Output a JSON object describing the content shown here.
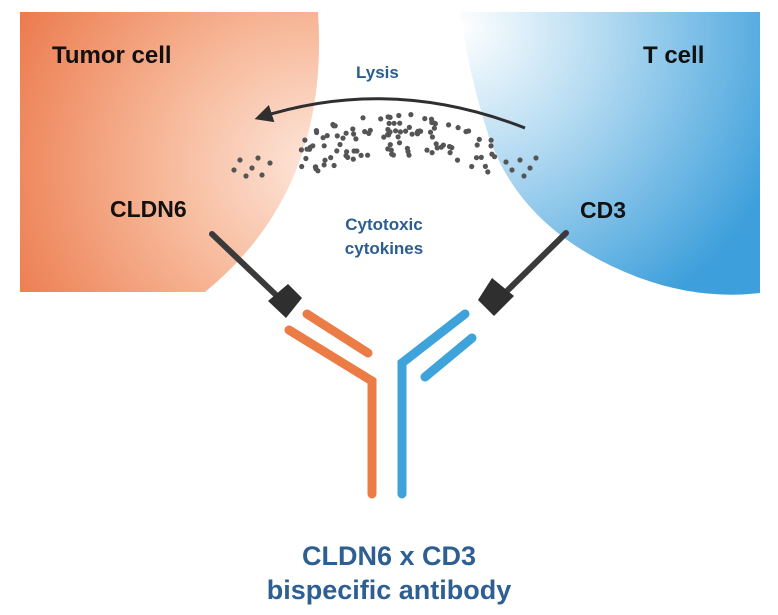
{
  "labels": {
    "tumor_cell": "Tumor cell",
    "t_cell": "T cell",
    "cldn6": "CLDN6",
    "cd3": "CD3",
    "lysis": "Lysis",
    "cytokines_line1": "Cytotoxic",
    "cytokines_line2": "cytokines"
  },
  "caption": {
    "line1": "CLDN6 x CD3",
    "line2": "bispecific antibody"
  },
  "colors": {
    "tumor_cell": "#ec7a4d",
    "t_cell": "#46a6dc",
    "antibody_orange": "#eb7c45",
    "antibody_blue": "#3ea2db",
    "arrow": "#2f2f2f",
    "dots": "#555555",
    "text_blue": "#2b5d93"
  }
}
